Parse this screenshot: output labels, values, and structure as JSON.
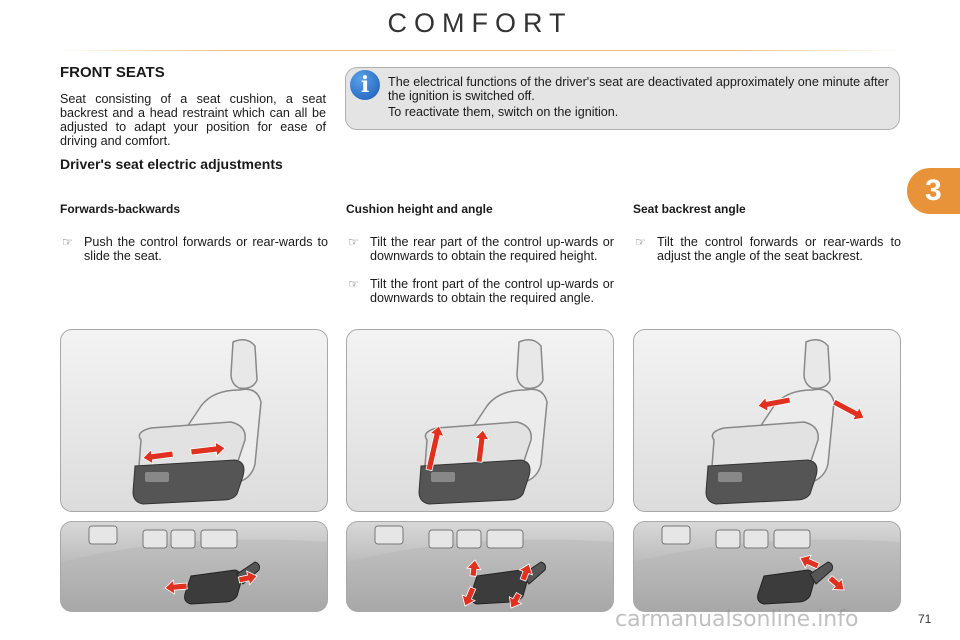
{
  "header": {
    "title": "COMFORT"
  },
  "chapter": {
    "number": "3"
  },
  "section": {
    "title": "FRONT SEATS",
    "intro": "Seat consisting of a seat cushion, a seat backrest and a head restraint which can all be adjusted to adapt your position for ease of driving and comfort."
  },
  "info": {
    "line1": "The electrical functions of the driver's seat are deactivated approximately one minute after the ignition is switched off.",
    "line2": "To reactivate them, switch on the ignition."
  },
  "subsection": {
    "title": "Driver's seat electric adjustments"
  },
  "columns": [
    {
      "heading": "Forwards-backwards",
      "bullets": [
        "Push the control forwards or rear-wards to slide the seat."
      ]
    },
    {
      "heading": "Cushion height and angle",
      "bullets": [
        "Tilt the rear part of the control up-wards or downwards to obtain the required height.",
        "Tilt the front part of the control up-wards or downwards to obtain the required angle."
      ]
    },
    {
      "heading": "Seat backrest angle",
      "bullets": [
        "Tilt the control forwards or rear-wards to adjust the angle of the seat backrest."
      ]
    }
  ],
  "bullet_symbol": "☞",
  "footer": {
    "page": "71",
    "watermark": "carmanualsonline.info"
  },
  "colors": {
    "accent": "#e8933a",
    "arrow": "#e03020",
    "info_blue": "#1a5cb8"
  },
  "illustrations": [
    {
      "name": "seat-forwards-backwards",
      "arrow_kind": "horizontal"
    },
    {
      "name": "seat-cushion-height-angle",
      "arrow_kind": "vertical"
    },
    {
      "name": "seat-backrest-angle",
      "arrow_kind": "backrest"
    }
  ],
  "controls": [
    {
      "name": "control-forwards-backwards",
      "arrow_kind": "horizontal"
    },
    {
      "name": "control-cushion",
      "arrow_kind": "vertical"
    },
    {
      "name": "control-backrest",
      "arrow_kind": "backrest"
    }
  ]
}
